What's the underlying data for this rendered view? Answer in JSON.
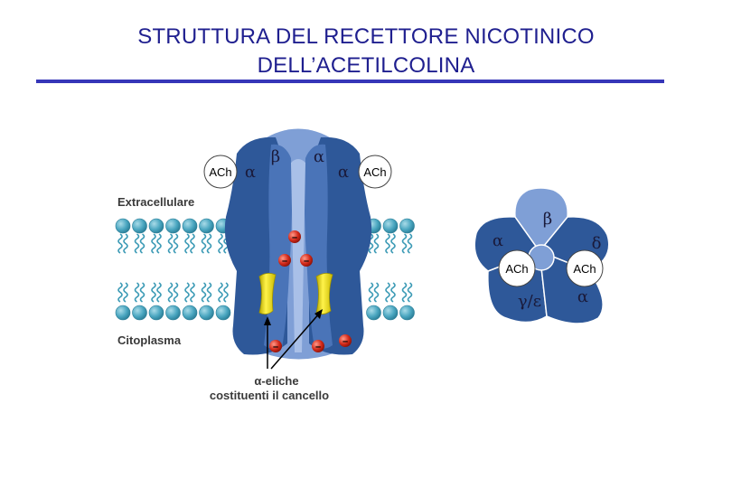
{
  "title": {
    "line1": "STRUTTURA DEL RECETTORE NICOTINICO",
    "line2": "DELL’ACETILCOLINA"
  },
  "side_view": {
    "extracellular_label": "Extracellulare",
    "cytoplasm_label": "Citoplasma",
    "ach_left": "ACh",
    "ach_right": "ACh",
    "subunit_left": "α",
    "subunit_center_left": "β",
    "subunit_center_right": "α",
    "subunit_right": "α",
    "charge_symbol": "–",
    "caption_line1": "α-eliche",
    "caption_line2": "costituenti il cancello"
  },
  "top_view": {
    "subunit_top": "β",
    "subunit_left": "α",
    "subunit_right": "δ",
    "subunit_bottom_left": "γ/ε",
    "subunit_bottom_right": "α",
    "ach_left": "ACh",
    "ach_right": "ACh"
  },
  "colors": {
    "title": "#1f1f8f",
    "rule": "#3636b8",
    "receptor_dark": "#2e5899",
    "receptor_mid": "#4a74b8",
    "receptor_light": "#7f9fd6",
    "lipid_head": "#4aa6c0",
    "helix_yellow": "#f2e600",
    "charge_red": "#d42a1a"
  }
}
